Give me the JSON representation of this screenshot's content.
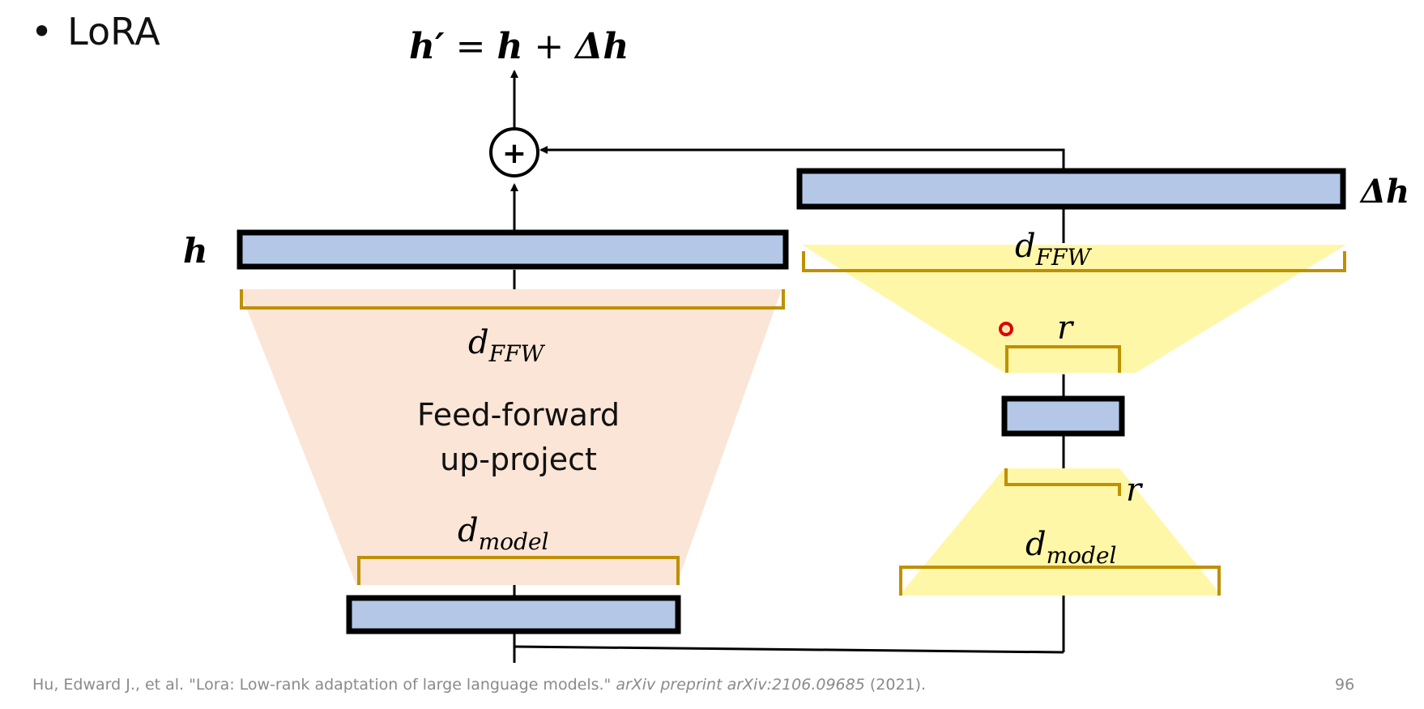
{
  "slide": {
    "bullet_text": "LoRA",
    "page_number": "96"
  },
  "citation": {
    "authors_and_title": "Hu, Edward J., et al. \"Lora: Low-rank adaptation of large language models.\" ",
    "venue": "arXiv preprint arXiv:2106.09685",
    "year": " (2021)."
  },
  "diagram": {
    "output_equation": {
      "lhs": "h′",
      "eq": " = ",
      "h": "h",
      "plus": " + ",
      "delta_h": "Δh"
    },
    "sum_node_symbol": "+",
    "left_block": {
      "input_vector_label": "h",
      "top_width_label": {
        "base": "d",
        "sub": "FFW"
      },
      "title_line1": "Feed-forward",
      "title_line2": "up-project",
      "bottom_width_label": {
        "base": "d",
        "sub": "model"
      }
    },
    "right_block": {
      "output_vector_label": "Δh",
      "top_width_label": {
        "base": "d",
        "sub": "FFW"
      },
      "upper_rank_label": "r",
      "lower_rank_label": "r",
      "bottom_width_label": {
        "base": "d",
        "sub": "model"
      }
    },
    "colors": {
      "vector_fill": "#b4c7e7",
      "vector_border": "#000000",
      "ffw_fill": "#fbe5d6",
      "lora_fill": "#fff7a8",
      "bracket": "#bf9000",
      "line": "#000000",
      "pointer": "#e00000"
    }
  }
}
